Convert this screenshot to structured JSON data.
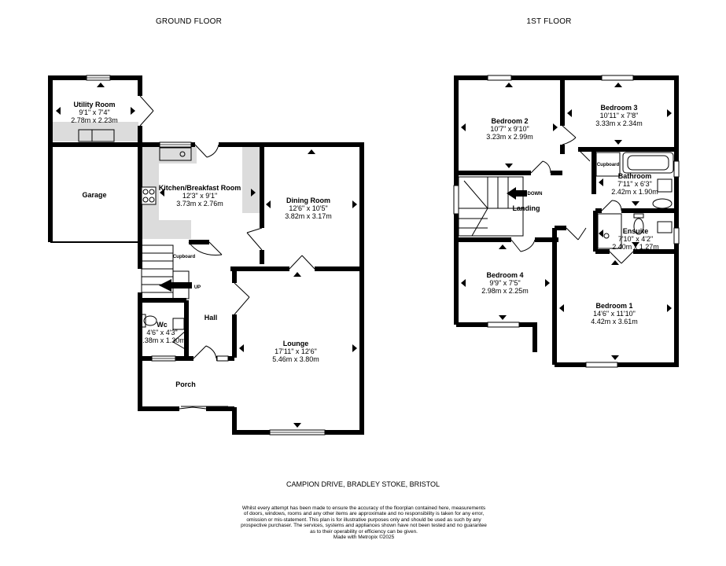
{
  "headers": {
    "ground": "GROUND FLOOR",
    "first": "1ST FLOOR"
  },
  "rooms": {
    "utility": {
      "name": "Utility Room",
      "imperial": "9'1\" x 7'4\"",
      "metric": "2.78m x 2.23m"
    },
    "garage": {
      "name": "Garage"
    },
    "kitchen": {
      "name": "Kitchen/Breakfast Room",
      "imperial": "12'3\" x 9'1\"",
      "metric": "3.73m x 2.76m"
    },
    "dining": {
      "name": "Dining Room",
      "imperial": "12'6\" x 10'5\"",
      "metric": "3.82m x 3.17m"
    },
    "cupboard_g": {
      "name": "Cupboard"
    },
    "hall": {
      "name": "Hall"
    },
    "wc": {
      "name": "Wc",
      "imperial": "4'6\" x 4'3\"",
      "metric": "1.38m x 1.30m"
    },
    "porch": {
      "name": "Porch"
    },
    "lounge": {
      "name": "Lounge",
      "imperial": "17'11\" x 12'6\"",
      "metric": "5.46m x 3.80m"
    },
    "bed2": {
      "name": "Bedroom 2",
      "imperial": "10'7\" x 9'10\"",
      "metric": "3.23m x 2.99m"
    },
    "bed3": {
      "name": "Bedroom 3",
      "imperial": "10'11\" x 7'8\"",
      "metric": "3.33m x 2.34m"
    },
    "cupboard_f": {
      "name": "Cupboard"
    },
    "bathroom": {
      "name": "Bathroom",
      "imperial": "7'11\" x 6'3\"",
      "metric": "2.42m x 1.90m"
    },
    "landing": {
      "name": "Landing"
    },
    "ensuite": {
      "name": "Ensuite",
      "imperial": "7'10\" x 4'2\"",
      "metric": "2.40m x 1.27m"
    },
    "bed4": {
      "name": "Bedroom 4",
      "imperial": "9'9\" x 7'5\"",
      "metric": "2.98m x 2.25m"
    },
    "bed1": {
      "name": "Bedroom 1",
      "imperial": "14'6\" x 11'10\"",
      "metric": "4.42m x 3.61m"
    }
  },
  "stairs": {
    "up": "UP",
    "down": "DOWN"
  },
  "address": "CAMPION DRIVE, BRADLEY STOKE, BRISTOL",
  "disclaimer": [
    "Whilst every attempt has been made to ensure the accuracy of the floorplan contained here, measurements",
    "of doors, windows, rooms and any other items are approximate and no responsibility is taken for any error,",
    "omission or mis-statement. This plan is for illustrative purposes only and should be used as such by any",
    "prospective purchaser. The services, systems and appliances shown have not been tested and no guarantee",
    "as to their operability or efficiency can be given.",
    "Made with Metropix ©2025"
  ]
}
